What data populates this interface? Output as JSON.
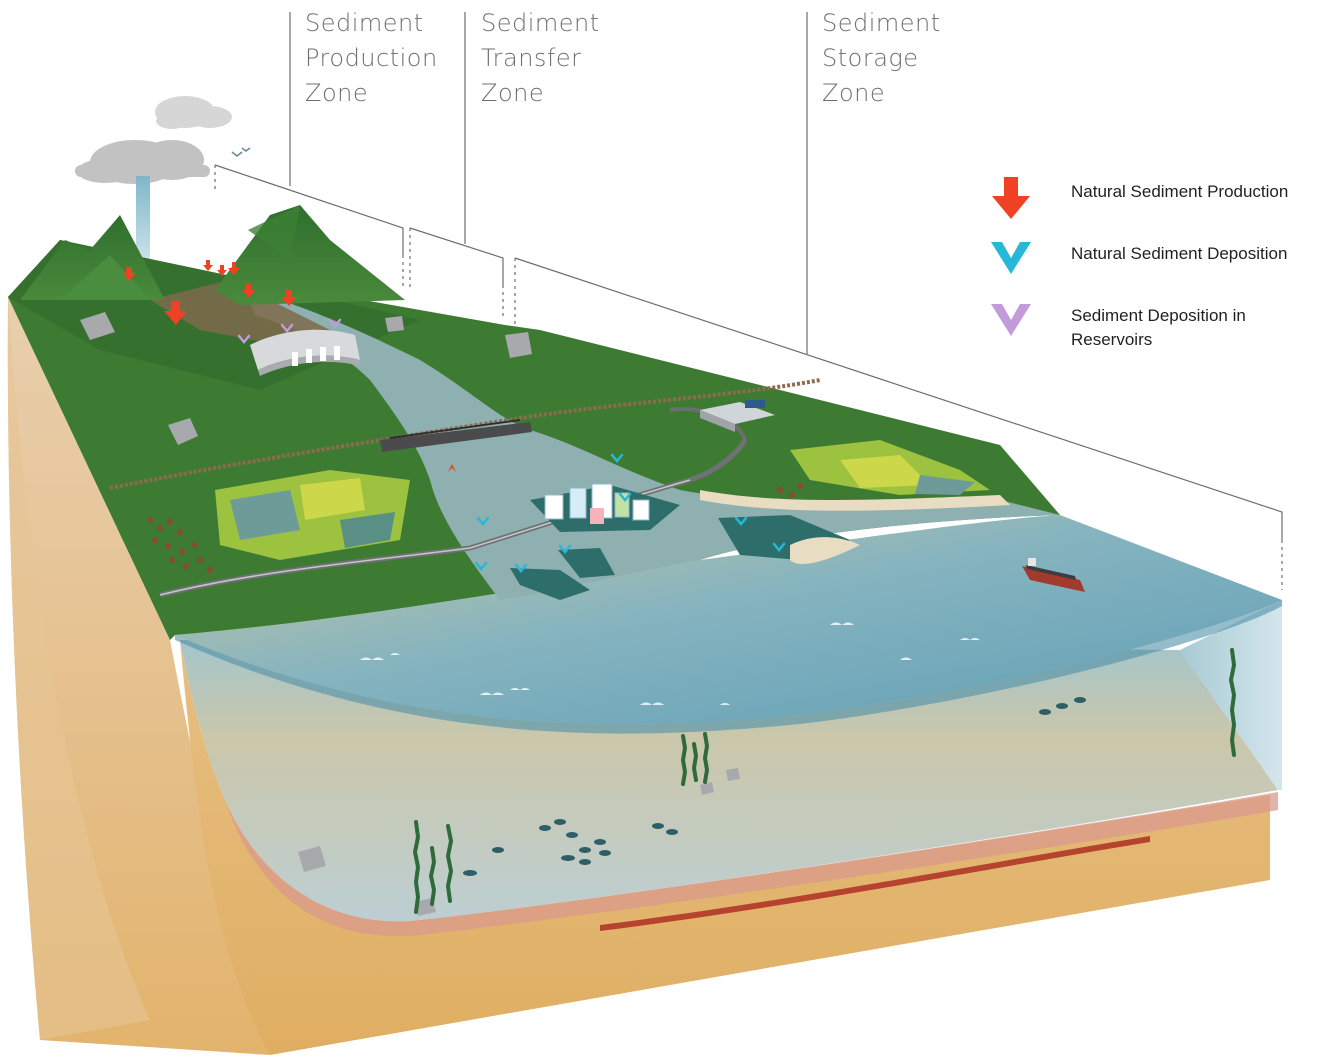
{
  "zones": [
    {
      "id": "production",
      "lines": [
        "Sediment",
        "Production",
        "Zone"
      ]
    },
    {
      "id": "transfer",
      "lines": [
        "Sediment",
        "Transfer",
        "Zone"
      ]
    },
    {
      "id": "storage",
      "lines": [
        "Sediment",
        "Storage",
        "Zone"
      ]
    }
  ],
  "legend": {
    "items": [
      {
        "label": "Natural Sediment Production",
        "icon": "red-down-arrow-icon",
        "color": "#ef4123"
      },
      {
        "label": "Natural Sediment Deposition",
        "icon": "cyan-chevron-icon",
        "color": "#27b8d9"
      },
      {
        "label": "Sediment Deposition in Reservoirs",
        "icon": "lavender-chevron-icon",
        "color": "#c39bdb"
      }
    ]
  },
  "colors": {
    "land": "#3f7d35",
    "land_dark": "#2f6428",
    "river": "#8fb3b5",
    "sea_surface": "#6fa6ba",
    "sea_deep": "#a9c6cc",
    "seabed": "#e1b775",
    "cliff": "#e8c79b",
    "text_gray": "#6d6e71"
  }
}
